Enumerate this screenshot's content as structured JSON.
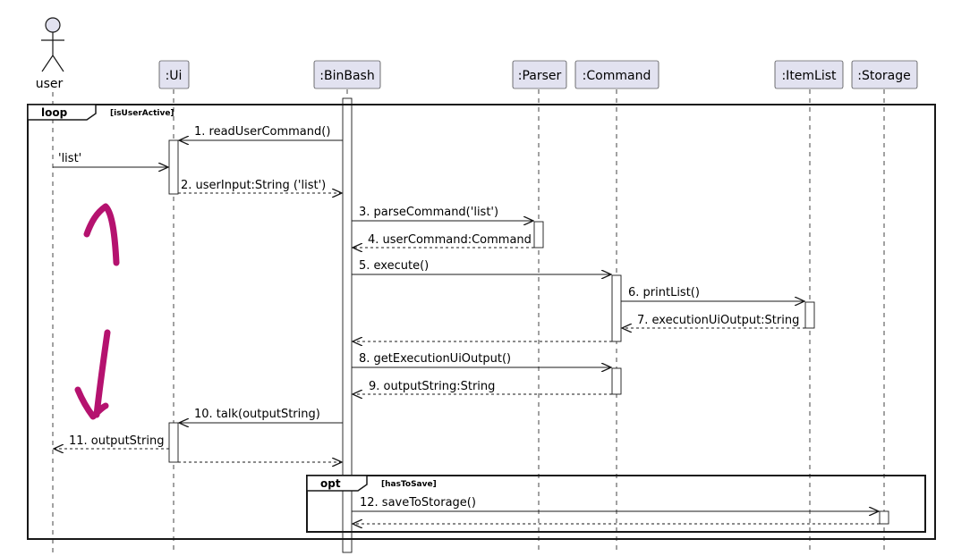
{
  "participants": [
    {
      "id": "user",
      "label": "user",
      "kind": "actor"
    },
    {
      "id": "ui",
      "label": ":Ui",
      "kind": "box"
    },
    {
      "id": "binbash",
      "label": ":BinBash",
      "kind": "box"
    },
    {
      "id": "parser",
      "label": ":Parser",
      "kind": "box"
    },
    {
      "id": "command",
      "label": ":Command",
      "kind": "box"
    },
    {
      "id": "itemlist",
      "label": ":ItemList",
      "kind": "box"
    },
    {
      "id": "storage",
      "label": ":Storage",
      "kind": "box"
    }
  ],
  "frames": {
    "loop": {
      "keyword": "loop",
      "condition": "[isUserActive]"
    },
    "opt": {
      "keyword": "opt",
      "condition": "[hasToSave]"
    }
  },
  "messages": [
    {
      "label": "'list'",
      "style": "solid"
    },
    {
      "label": "1. readUserCommand()",
      "style": "solid"
    },
    {
      "label": "2. userInput:String ('list')",
      "style": "dashed"
    },
    {
      "label": "3. parseCommand('list')",
      "style": "solid"
    },
    {
      "label": "4. userCommand:Command",
      "style": "dashed"
    },
    {
      "label": "5. execute()",
      "style": "solid"
    },
    {
      "label": "6. printList()",
      "style": "solid"
    },
    {
      "label": "7. executionUiOutput:String",
      "style": "dashed"
    },
    {
      "label": "",
      "style": "dashed"
    },
    {
      "label": "8. getExecutionUiOutput()",
      "style": "solid"
    },
    {
      "label": "9. outputString:String",
      "style": "dashed"
    },
    {
      "label": "10. talk(outputString)",
      "style": "solid"
    },
    {
      "label": "11. outputString",
      "style": "dashed"
    },
    {
      "label": "",
      "style": "dashed"
    },
    {
      "label": "12. saveToStorage()",
      "style": "solid"
    },
    {
      "label": "",
      "style": "dashed"
    }
  ],
  "colors": {
    "participant_fill": "#E2E2F0",
    "participant_border": "#181818",
    "annotation": "#B5126F"
  }
}
